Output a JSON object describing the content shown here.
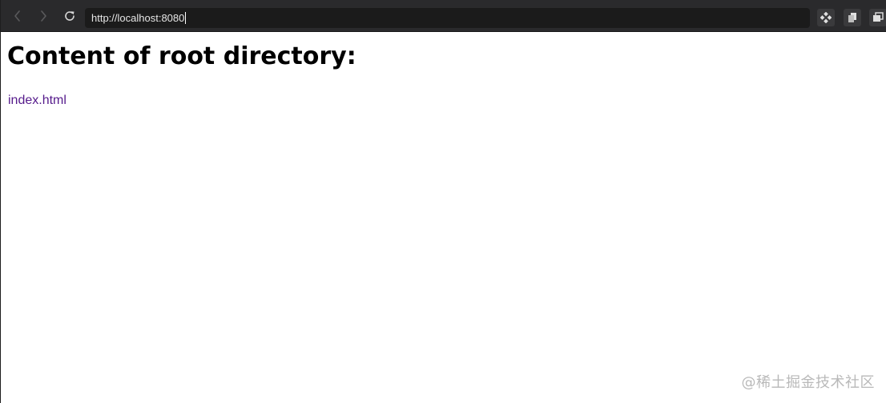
{
  "browser": {
    "address_value": "http://localhost:8080",
    "icons": {
      "back": "chevron-left-icon",
      "forward": "chevron-right-icon",
      "reload": "reload-icon",
      "extension": "diamond-extension-icon",
      "share": "share-icon",
      "tabs": "tabs-icon"
    },
    "colors": {
      "toolbar": "#2a2a2c",
      "address_bar": "#1b1b1b",
      "address_text": "#e6e6e6"
    }
  },
  "page": {
    "title": "Content of root directory:",
    "files": [
      {
        "name": "index.html"
      }
    ],
    "colors": {
      "visited_link": "#551a8b",
      "title": "#000000"
    }
  },
  "watermark": {
    "text": "@稀土掘金技术社区"
  }
}
